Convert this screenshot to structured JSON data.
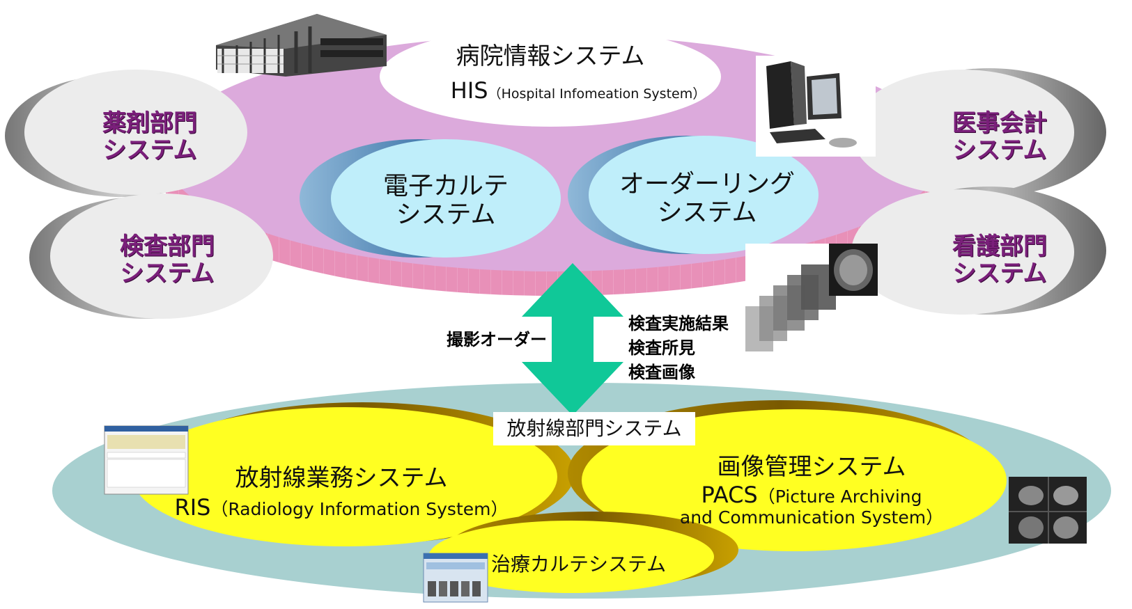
{
  "his": {
    "title": "病院情報システム",
    "abbr": "HIS",
    "full": "（Hospital Infomeation System）"
  },
  "core_systems": {
    "emr": {
      "line1": "電子カルテ",
      "line2": "システム"
    },
    "ordering": {
      "line1": "オーダーリング",
      "line2": "システム"
    }
  },
  "departments": {
    "pharmacy": {
      "line1": "薬剤部門",
      "line2": "システム"
    },
    "laboratory": {
      "line1": "検査部門",
      "line2": "システム"
    },
    "accounting": {
      "line1": "医事会計",
      "line2": "システム"
    },
    "nursing": {
      "line1": "看護部門",
      "line2": "システム"
    }
  },
  "exchange": {
    "order_label": "撮影オーダー",
    "results": [
      "検査実施結果",
      "検査所見",
      "検査画像"
    ]
  },
  "radiology": {
    "dept_label": "放射線部門システム",
    "ris": {
      "title": "放射線業務システム",
      "abbr": "RIS",
      "full": "（Radiology Information System）"
    },
    "pacs": {
      "title": "画像管理システム",
      "abbr": "PACS",
      "full_line1": "（Picture Archiving",
      "full_line2": "and Communication System）"
    },
    "therapy": {
      "title": "治療カルテシステム"
    }
  },
  "colors": {
    "his_disc": "#dcaadc",
    "his_rim": "#e890b8",
    "core_fill": "#bfeefa",
    "radiology_disc": "#a8d0d0",
    "subsystem_fill": "#ffff22",
    "subsystem_edge": "#c8a000",
    "arrow": "#10c898",
    "dept_text": "#7a1f7a"
  },
  "icons": [
    "hospital-building-icon",
    "desktop-computer-icon",
    "mri-slices-icon",
    "ris-screen-icon",
    "pacs-screen-icon",
    "therapy-screen-icon"
  ]
}
